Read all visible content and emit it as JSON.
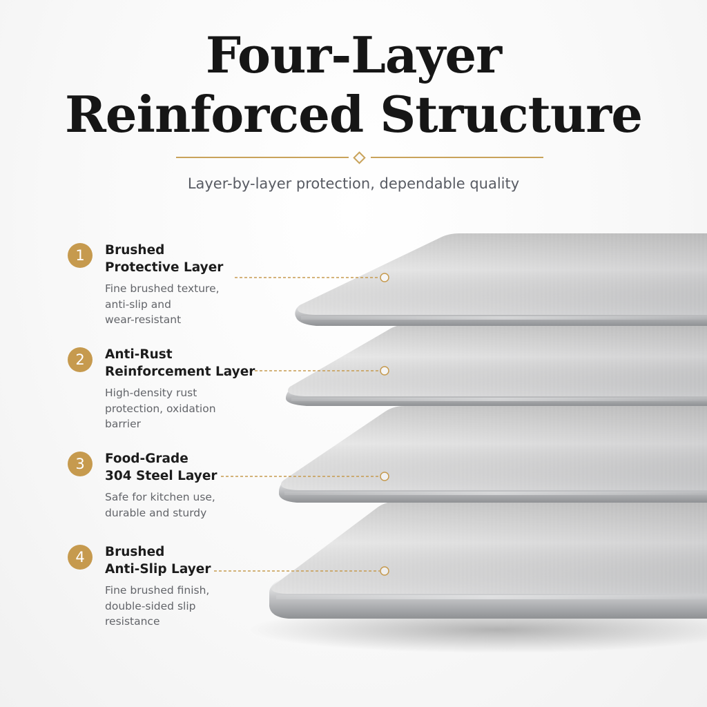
{
  "header": {
    "title_line_1": "Four-Layer",
    "title_line_2": "Reinforced Structure",
    "subtitle": "Layer-by-layer protection, dependable quality"
  },
  "layers": [
    {
      "number": "1",
      "name_lines": [
        "Brushed",
        "Protective Layer"
      ],
      "description_lines": [
        "Fine brushed texture,",
        "anti-slip and",
        "wear-resistant"
      ]
    },
    {
      "number": "2",
      "name_lines": [
        "Anti-Rust",
        "Reinforcement Layer"
      ],
      "description_lines": [
        "High-density rust",
        "protection, oxidation",
        "barrier"
      ]
    },
    {
      "number": "3",
      "name_lines": [
        "Food-Grade",
        "304 Steel Layer"
      ],
      "description_lines": [
        "Safe for kitchen use,",
        "durable and sturdy"
      ]
    },
    {
      "number": "4",
      "name_lines": [
        "Brushed",
        "Anti-Slip Layer"
      ],
      "description_lines": [
        "Fine brushed finish,",
        "double-sided slip",
        "resistance"
      ]
    }
  ],
  "colors": {
    "accent_gold": "#c69a4e",
    "title_text": "#161616",
    "subtitle_text": "#585b63"
  }
}
